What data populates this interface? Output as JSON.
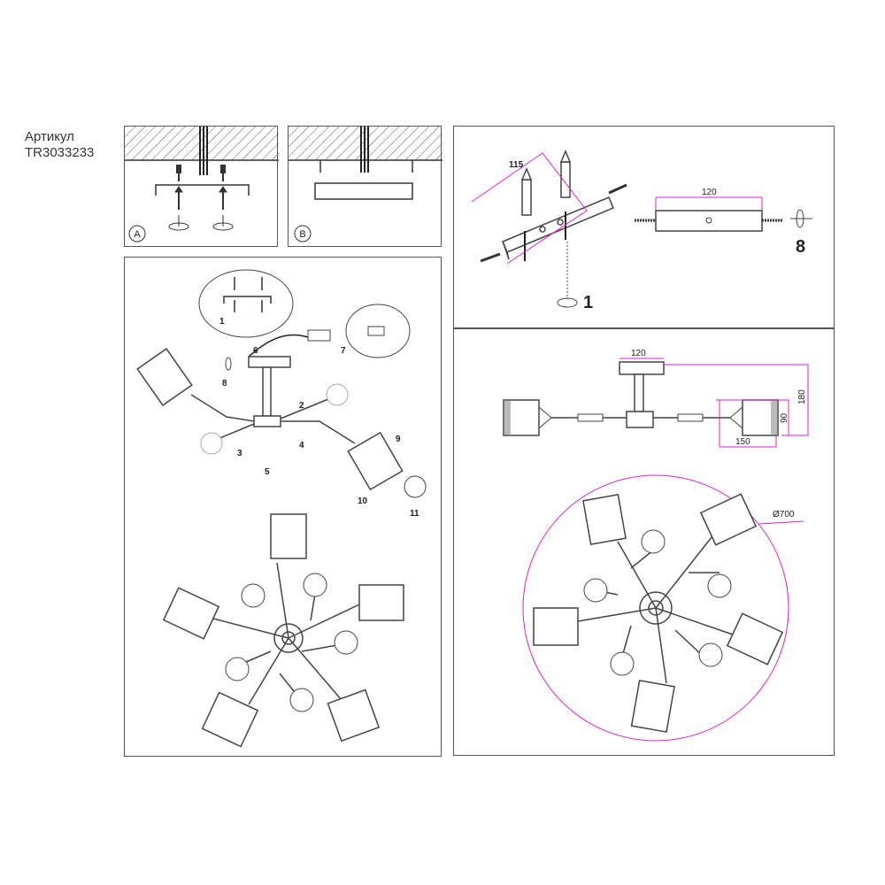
{
  "article": {
    "label": "Артикул",
    "code": "TR3033233"
  },
  "panel_a": {
    "badge": "A"
  },
  "panel_b": {
    "badge": "B"
  },
  "steps": [
    "1",
    "2",
    "3",
    "4",
    "5",
    "6",
    "7",
    "8",
    "9",
    "10",
    "11"
  ],
  "mount_dims": {
    "bracket_len": "115",
    "plate_len": "120",
    "step_screw": "1",
    "step_nut": "8"
  },
  "dimensions": {
    "plate": "120",
    "height": "180",
    "shade_h": "90",
    "shade_w": "150",
    "diameter": "Ø700"
  },
  "colors": {
    "dimension": "#e020d0",
    "line": "#444444",
    "hatch": "#555555"
  }
}
